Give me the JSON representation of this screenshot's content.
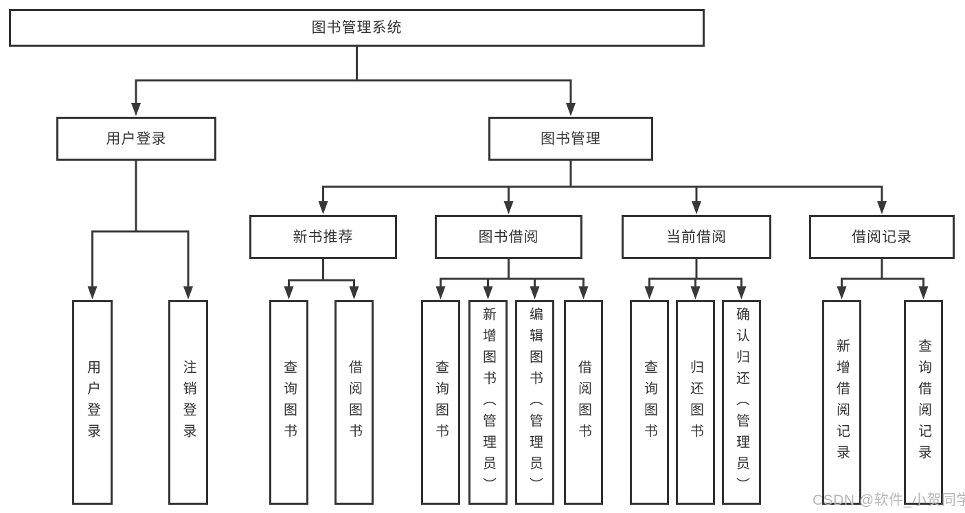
{
  "watermark": {
    "text": "CSDN @软件_小贺同学",
    "color": "#b5b5b5"
  },
  "colors": {
    "line": "#383838",
    "border": "#333333",
    "text": "#333333",
    "background": "#ffffff"
  },
  "nodes": {
    "root": {
      "label": "图书管理系统"
    },
    "user_login": {
      "label": "用户登录"
    },
    "book_mgmt": {
      "label": "图书管理"
    },
    "new_book_rec": {
      "label": "新书推荐"
    },
    "book_borrow": {
      "label": "图书借阅"
    },
    "current_borrow": {
      "label": "当前借阅"
    },
    "borrow_record": {
      "label": "借阅记录"
    },
    "leaf_user_login": {
      "label": "用户登录"
    },
    "leaf_logout": {
      "label": "注销登录"
    },
    "leaf_rec_query": {
      "label": "查询图书"
    },
    "leaf_rec_borrow": {
      "label": "借阅图书"
    },
    "leaf_bb_query": {
      "label": "查询图书"
    },
    "leaf_bb_add": {
      "label": "新增图书（管理员）"
    },
    "leaf_bb_edit": {
      "label": "编辑图书（管理员）"
    },
    "leaf_bb_borrow": {
      "label": "借阅图书"
    },
    "leaf_cb_query": {
      "label": "查询图书"
    },
    "leaf_cb_return": {
      "label": "归还图书"
    },
    "leaf_cb_confirm": {
      "label": "确认归还（管理员）"
    },
    "leaf_br_add": {
      "label": "新增借阅记录"
    },
    "leaf_br_query": {
      "label": "查询借阅记录"
    }
  },
  "hierarchy": {
    "root": [
      "user_login",
      "book_mgmt"
    ],
    "user_login": [
      "leaf_user_login",
      "leaf_logout"
    ],
    "book_mgmt": [
      "new_book_rec",
      "book_borrow",
      "current_borrow",
      "borrow_record"
    ],
    "new_book_rec": [
      "leaf_rec_query",
      "leaf_rec_borrow"
    ],
    "book_borrow": [
      "leaf_bb_query",
      "leaf_bb_add",
      "leaf_bb_edit",
      "leaf_bb_borrow"
    ],
    "current_borrow": [
      "leaf_cb_query",
      "leaf_cb_return",
      "leaf_cb_confirm"
    ],
    "borrow_record": [
      "leaf_br_add",
      "leaf_br_query"
    ]
  }
}
